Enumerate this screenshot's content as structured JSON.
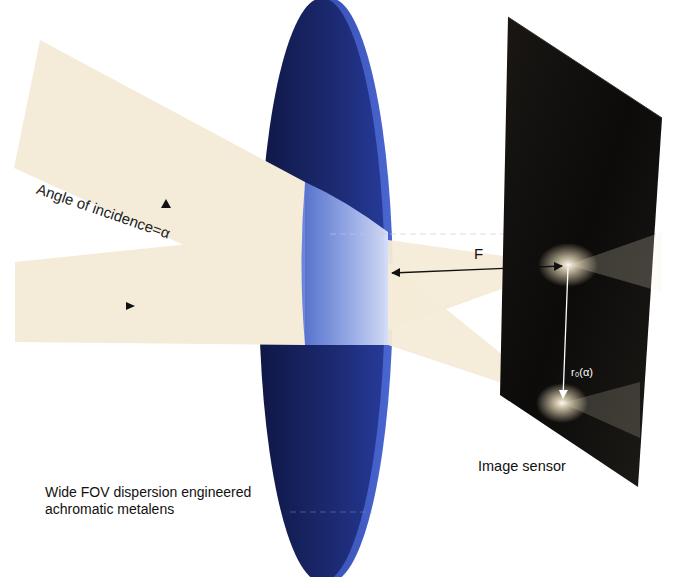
{
  "diagram": {
    "labels": [
      "Angle of incidence=α",
      "F",
      "r₀(α)",
      "Image sensor",
      "Wide FOV dispersion engineered achromatic metalens"
    ]
  }
}
